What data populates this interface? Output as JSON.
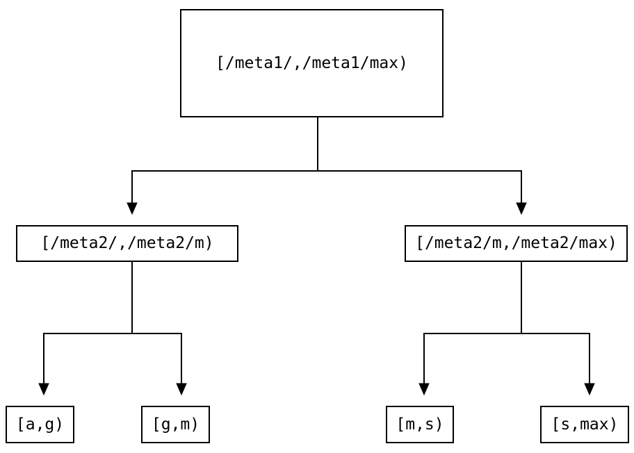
{
  "diagram": {
    "type": "tree",
    "background_color": "#ffffff",
    "line_color": "#000000",
    "node_border_color": "#000000",
    "nodes": {
      "root": {
        "label": "[/meta1/,/meta1/max)"
      },
      "left_child": {
        "label": "[/meta2/,/meta2/m)"
      },
      "right_child": {
        "label": "[/meta2/m,/meta2/max)"
      },
      "leaf_ag": {
        "label": "[a,g)"
      },
      "leaf_gm": {
        "label": "[g,m)"
      },
      "leaf_ms": {
        "label": "[m,s)"
      },
      "leaf_smax": {
        "label": "[s,max)"
      }
    },
    "edges": [
      {
        "from": "root",
        "to": "left_child"
      },
      {
        "from": "root",
        "to": "right_child"
      },
      {
        "from": "left_child",
        "to": "leaf_ag"
      },
      {
        "from": "left_child",
        "to": "leaf_gm"
      },
      {
        "from": "right_child",
        "to": "leaf_ms"
      },
      {
        "from": "right_child",
        "to": "leaf_smax"
      }
    ]
  }
}
